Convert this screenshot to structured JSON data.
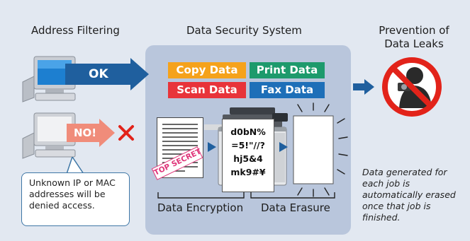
{
  "headers": {
    "address_filtering": "Address Filtering",
    "data_security_system": "Data Security System",
    "prevention_line1": "Prevention of",
    "prevention_line2": "Data Leaks"
  },
  "arrows": {
    "ok": "OK",
    "no": "NO!"
  },
  "data_types": [
    {
      "label": "Copy Data",
      "color": "#f5a21b"
    },
    {
      "label": "Print Data",
      "color": "#1d9a6c"
    },
    {
      "label": "Scan Data",
      "color": "#e8343a"
    },
    {
      "label": "Fax Data",
      "color": "#1e6fb8"
    }
  ],
  "stamp": "TOP SECRET",
  "cipher_lines": [
    "d0bN%",
    "=5!\"//?",
    "hj5&4",
    "mk9#¥"
  ],
  "brackets": {
    "encryption": "Data Encryption",
    "erasure": "Data Erasure"
  },
  "callout_lines": [
    "Unknown IP or MAC",
    "addresses will be",
    "denied access."
  ],
  "erase_note_lines": [
    "Data generated for",
    "each job is",
    "automatically erased",
    "once that job is",
    "finished."
  ],
  "colors": {
    "ok_arrow": "#1f5f9e",
    "no_arrow": "#f08c7a",
    "reject_x": "#e2231a",
    "prohibition": "#e2231a"
  }
}
